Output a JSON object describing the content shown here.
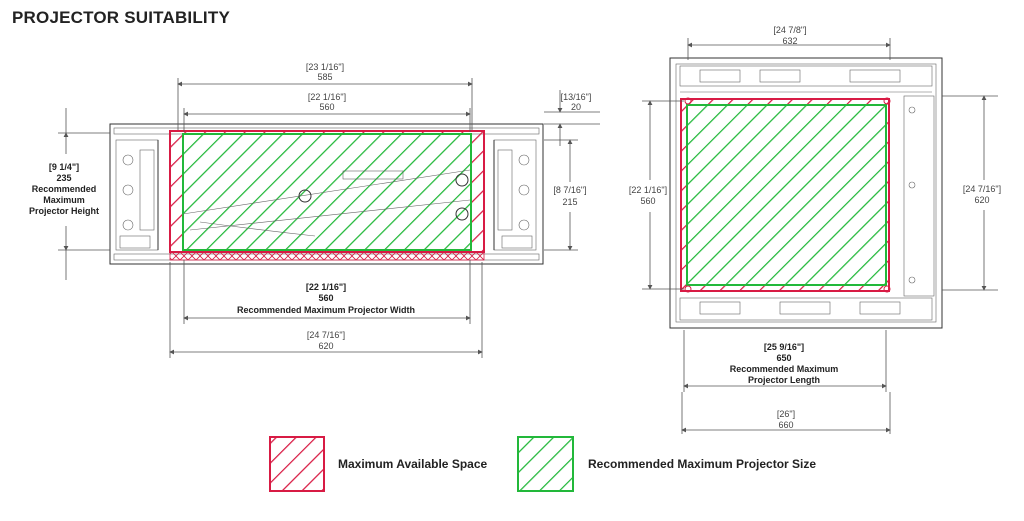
{
  "title": "PROJECTOR SUITABILITY",
  "colors": {
    "max_space": "#d81b44",
    "projector": "#22b83a"
  },
  "front_view": {
    "top_outer": {
      "inch": "[23 1/16\"]",
      "mm": "585"
    },
    "top_inner": {
      "inch": "[22 1/16\"]",
      "mm": "560"
    },
    "top_clearance": {
      "inch": "[13/16\"]",
      "mm": "20"
    },
    "height": {
      "inch": "[9 1/4\"]",
      "mm": "235",
      "line1": "Recommended",
      "line2": "Maximum",
      "line3": "Projector Height"
    },
    "right_height": {
      "inch": "[8 7/16\"]",
      "mm": "215"
    },
    "width": {
      "inch": "[22 1/16\"]",
      "mm": "560",
      "label": "Recommended Maximum Projector Width"
    },
    "bottom_outer": {
      "inch": "[24 7/16\"]",
      "mm": "620"
    }
  },
  "top_view": {
    "top": {
      "inch": "[24 7/8\"]",
      "mm": "632"
    },
    "left": {
      "inch": "[22 1/16\"]",
      "mm": "560"
    },
    "right": {
      "inch": "[24 7/16\"]",
      "mm": "620"
    },
    "length": {
      "inch": "[25 9/16\"]",
      "mm": "650",
      "line1": "Recommended Maximum",
      "line2": "Projector Length"
    },
    "bottom": {
      "inch": "[26\"]",
      "mm": "660"
    }
  },
  "legend": {
    "max_space": "Maximum Available Space",
    "projector": "Recommended Maximum Projector Size"
  }
}
